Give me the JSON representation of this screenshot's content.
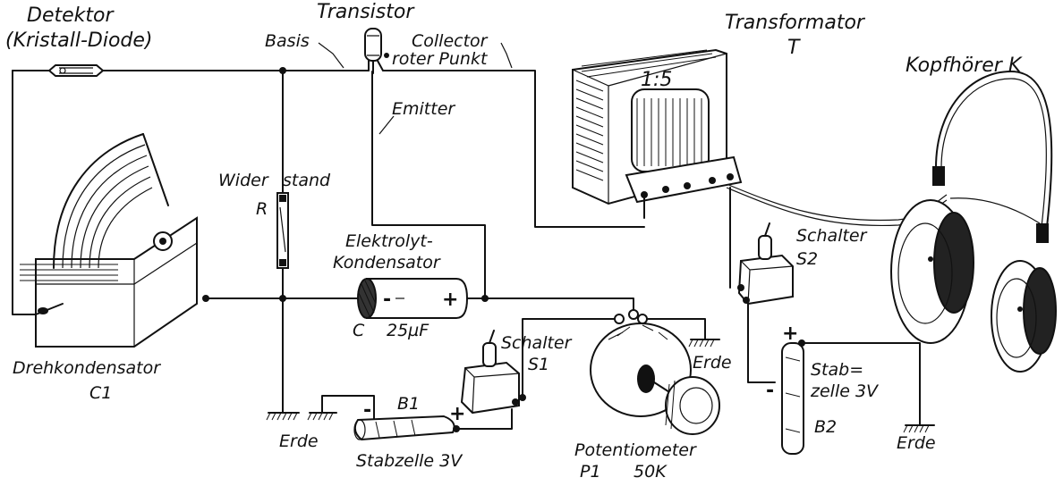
{
  "labels": {
    "detektor": "Detektor",
    "kristall_diode": "(Kristall-Diode)",
    "transistor": "Transistor",
    "basis": "Basis",
    "collector": "Collector",
    "roter_punkt": "roter Punkt",
    "emitter": "Emitter",
    "transformator": "Transformator",
    "transformator_symbol": "T",
    "ratio": "1:5",
    "kopfhoerer": "Kopfhörer K",
    "widerstand_1": "Wider",
    "widerstand_2": "stand",
    "widerstand_symbol": "R",
    "elektrolyt_1": "Elektrolyt-",
    "elektrolyt_2": "Kondensator",
    "cap_minus": "-",
    "cap_plus": "+",
    "cap_symbol": "C",
    "cap_value": "25µF",
    "schalter_s2": "Schalter",
    "s2_symbol": "S2",
    "schalter_s1": "Schalter",
    "s1_symbol": "S1",
    "drehkondensator": "Drehkondensator",
    "drehkondensator_symbol": "C1",
    "erde_1": "Erde",
    "erde_2": "Erde",
    "erde_3": "Erde",
    "b1_symbol": "B1",
    "b1_minus": "-",
    "b1_plus": "+",
    "stabzelle_1": "Stabzelle 3V",
    "potentiometer": "Potentiometer",
    "potentiometer_symbol": "P1",
    "potentiometer_value": "50K",
    "stab_1": "Stab=",
    "stab_2": "zelle 3V",
    "b2_symbol": "B2",
    "b2_plus": "+",
    "b2_minus": "-"
  }
}
